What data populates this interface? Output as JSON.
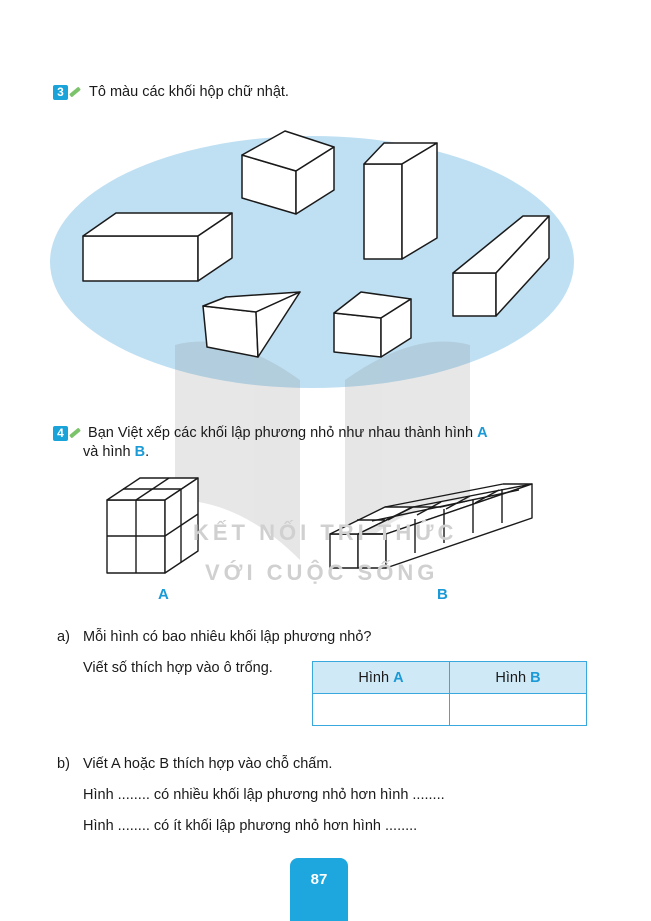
{
  "exercise3": {
    "number": "3",
    "instruction": "Tô màu các khối hộp chữ nhật."
  },
  "exercise4": {
    "number": "4",
    "instruction_line1": "Bạn Việt xếp các khối lập phương nhỏ như nhau thành hình",
    "label_a_inline": "A",
    "instruction_line2_start": "và hình",
    "label_b_inline": "B",
    "instruction_line2_end": ".",
    "figure_label_a": "A",
    "figure_label_b": "B",
    "watermark_line1": "KẾT NỐI TRI THỨC",
    "watermark_line2": "VỚI CUỘC SỐNG",
    "part_a": {
      "marker": "a)",
      "question": "Mỗi hình có bao nhiêu khối lập phương nhỏ?",
      "prompt": "Viết số thích hợp vào ô trống.",
      "table": {
        "col1_prefix": "Hình",
        "col1_letter": "A",
        "col2_prefix": "Hình",
        "col2_letter": "B"
      }
    },
    "part_b": {
      "marker": "b)",
      "question": "Viết A hoặc B thích hợp vào chỗ chấm.",
      "line1": "Hình ........ có nhiều khối lập phương nhỏ hơn hình ........",
      "line2": "Hình ........ có ít khối lập phương nhỏ hơn hình ........"
    }
  },
  "page_number": "87",
  "colors": {
    "accent": "#1a9ad6",
    "ellipse": "#bfe0f3",
    "table_header": "#cfe9f6"
  }
}
